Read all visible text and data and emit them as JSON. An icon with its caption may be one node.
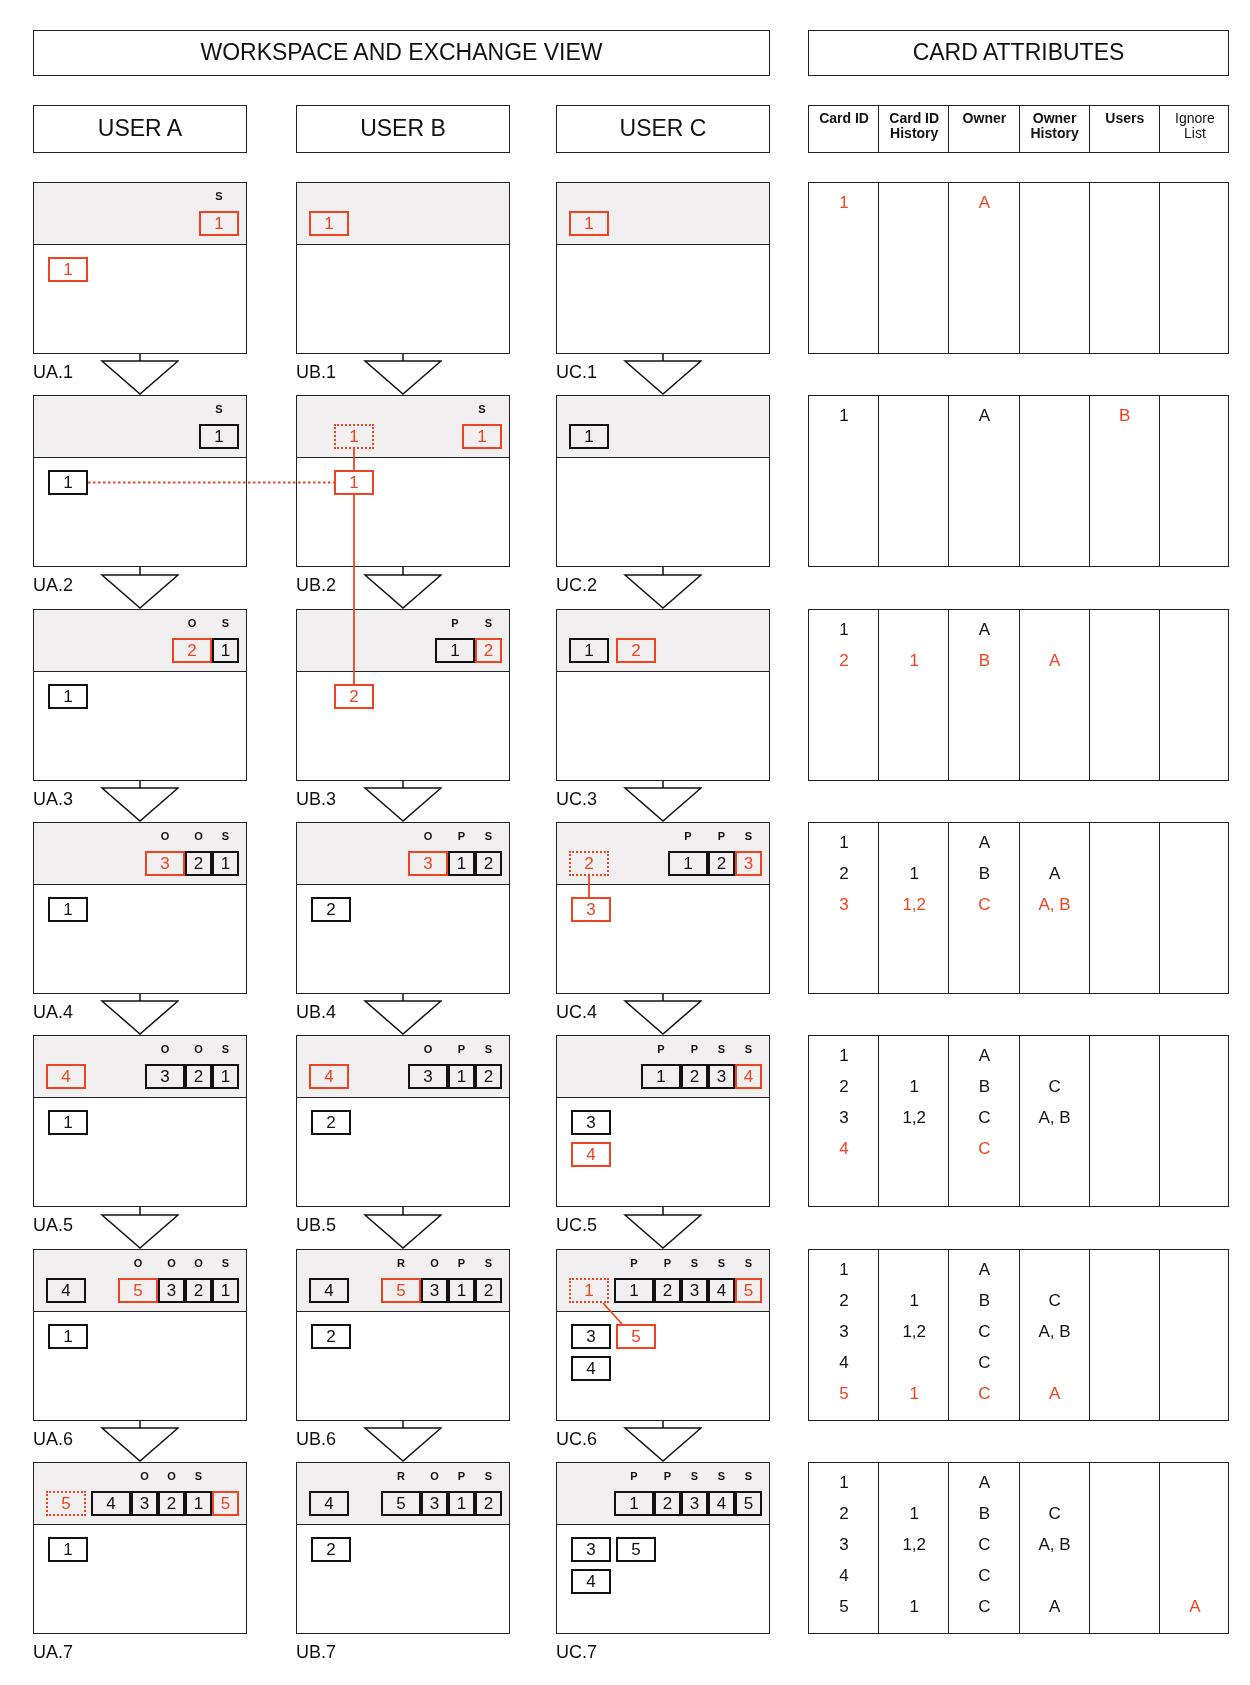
{
  "diagram": {
    "nodes": [
      {
        "text": [
          "WORKSPACE AND EXCHANGE VIEW"
        ]
      },
      {
        "text": [
          "CARD ATTRIBUTES"
        ]
      },
      {
        "text": [
          "USER A"
        ]
      },
      {
        "text": [
          "USER B"
        ]
      },
      {
        "text": [
          "USER C"
        ]
      },
      {
        "text": [
          "UA.1"
        ]
      },
      {
        "text": [
          "1"
        ],
        "in": 5,
        "beside": [
          "S"
        ]
      },
      {
        "text": [
          "1"
        ],
        "in": 5
      },
      {
        "text": [
          "UB.1"
        ]
      },
      {
        "text": [
          "1"
        ],
        "in": 8
      },
      {
        "text": [
          "UC.1"
        ]
      },
      {
        "text": [
          "1"
        ],
        "in": 10
      },
      {
        "text": [
          "UA.2"
        ]
      },
      {
        "text": [
          "1"
        ],
        "in": 12,
        "beside": [
          "S"
        ]
      },
      {
        "text": [
          "1"
        ],
        "in": 12
      },
      {
        "text": [
          "UB.2"
        ]
      },
      {
        "text": [
          "1"
        ],
        "in": 15
      },
      {
        "text": [
          "1"
        ],
        "in": 15,
        "beside": [
          "S"
        ]
      },
      {
        "text": [
          "1"
        ],
        "in": 15
      },
      {
        "text": [
          "UC.2"
        ]
      },
      {
        "text": [
          "1"
        ],
        "in": 19
      },
      {
        "text": [
          "UA.3"
        ]
      },
      {
        "text": [
          "2"
        ],
        "in": 21,
        "beside": [
          "O"
        ]
      },
      {
        "text": [
          "1"
        ],
        "in": 21,
        "beside": [
          "S"
        ]
      },
      {
        "text": [
          "1"
        ],
        "in": 21
      },
      {
        "text": [
          "UB.3"
        ]
      },
      {
        "text": [
          "1"
        ],
        "in": 25,
        "beside": [
          "P"
        ]
      },
      {
        "text": [
          "2"
        ],
        "in": 25,
        "beside": [
          "S"
        ]
      },
      {
        "text": [
          "2"
        ],
        "in": 25
      },
      {
        "text": [
          "UC.3"
        ]
      },
      {
        "text": [
          "1"
        ],
        "in": 29
      },
      {
        "text": [
          "2"
        ],
        "in": 29
      },
      {
        "text": [
          "UA.4"
        ]
      },
      {
        "text": [
          "3"
        ],
        "in": 32,
        "beside": [
          "O"
        ]
      },
      {
        "text": [
          "2"
        ],
        "in": 32,
        "beside": [
          "O"
        ]
      },
      {
        "text": [
          "1"
        ],
        "in": 32,
        "beside": [
          "S"
        ]
      },
      {
        "text": [
          "1"
        ],
        "in": 32
      },
      {
        "text": [
          "UB.4"
        ]
      },
      {
        "text": [
          "3"
        ],
        "in": 37,
        "beside": [
          "O"
        ]
      },
      {
        "text": [
          "1"
        ],
        "in": 37,
        "beside": [
          "P"
        ]
      },
      {
        "text": [
          "2"
        ],
        "in": 37,
        "beside": [
          "S"
        ]
      },
      {
        "text": [
          "2"
        ],
        "in": 37
      },
      {
        "text": [
          "UC.4"
        ]
      },
      {
        "text": [
          "2"
        ],
        "in": 42
      },
      {
        "text": [
          "1"
        ],
        "in": 42,
        "beside": [
          "P"
        ]
      },
      {
        "text": [
          "2"
        ],
        "in": 42,
        "beside": [
          "P"
        ]
      },
      {
        "text": [
          "3"
        ],
        "in": 42,
        "beside": [
          "S"
        ]
      },
      {
        "text": [
          "3"
        ],
        "in": 42
      },
      {
        "text": [
          "UA.5"
        ]
      },
      {
        "text": [
          "4"
        ],
        "in": 48
      },
      {
        "text": [
          "3"
        ],
        "in": 48,
        "beside": [
          "O"
        ]
      },
      {
        "text": [
          "2"
        ],
        "in": 48,
        "beside": [
          "O"
        ]
      },
      {
        "text": [
          "1"
        ],
        "in": 48,
        "beside": [
          "S"
        ]
      },
      {
        "text": [
          "1"
        ],
        "in": 48
      },
      {
        "text": [
          "UB.5"
        ]
      },
      {
        "text": [
          "4"
        ],
        "in": 54
      },
      {
        "text": [
          "3"
        ],
        "in": 54,
        "beside": [
          "O"
        ]
      },
      {
        "text": [
          "1"
        ],
        "in": 54,
        "beside": [
          "P"
        ]
      },
      {
        "text": [
          "2"
        ],
        "in": 54,
        "beside": [
          "S"
        ]
      },
      {
        "text": [
          "2"
        ],
        "in": 54
      },
      {
        "text": [
          "UC.5"
        ]
      },
      {
        "text": [
          "1"
        ],
        "in": 60,
        "beside": [
          "P"
        ]
      },
      {
        "text": [
          "2"
        ],
        "in": 60,
        "beside": [
          "P"
        ]
      },
      {
        "text": [
          "3"
        ],
        "in": 60,
        "beside": [
          "S"
        ]
      },
      {
        "text": [
          "4"
        ],
        "in": 60,
        "beside": [
          "S"
        ]
      },
      {
        "text": [
          "3"
        ],
        "in": 60
      },
      {
        "text": [
          "4"
        ],
        "in": 60
      },
      {
        "text": [
          "UA.6"
        ]
      },
      {
        "text": [
          "4"
        ],
        "in": 67
      },
      {
        "text": [
          "5"
        ],
        "in": 67,
        "beside": [
          "O"
        ]
      },
      {
        "text": [
          "3"
        ],
        "in": 67,
        "beside": [
          "O"
        ]
      },
      {
        "text": [
          "2"
        ],
        "in": 67,
        "beside": [
          "O"
        ]
      },
      {
        "text": [
          "1"
        ],
        "in": 67,
        "beside": [
          "S"
        ]
      },
      {
        "text": [
          "1"
        ],
        "in": 67
      },
      {
        "text": [
          "UB.6"
        ]
      },
      {
        "text": [
          "4"
        ],
        "in": 74
      },
      {
        "text": [
          "5"
        ],
        "in": 74,
        "beside": [
          "R"
        ]
      },
      {
        "text": [
          "3"
        ],
        "in": 74,
        "beside": [
          "O"
        ]
      },
      {
        "text": [
          "1"
        ],
        "in": 74,
        "beside": [
          "P"
        ]
      },
      {
        "text": [
          "2"
        ],
        "in": 74,
        "beside": [
          "S"
        ]
      },
      {
        "text": [
          "2"
        ],
        "in": 74
      },
      {
        "text": [
          "UC.6"
        ]
      },
      {
        "text": [
          "1"
        ],
        "in": 81
      },
      {
        "text": [
          "1"
        ],
        "in": 81,
        "beside": [
          "P"
        ]
      },
      {
        "text": [
          "2"
        ],
        "in": 81,
        "beside": [
          "P"
        ]
      },
      {
        "text": [
          "3"
        ],
        "in": 81,
        "beside": [
          "S"
        ]
      },
      {
        "text": [
          "4"
        ],
        "in": 81,
        "beside": [
          "S"
        ]
      },
      {
        "text": [
          "5"
        ],
        "in": 81,
        "beside": [
          "S"
        ]
      },
      {
        "text": [
          "3"
        ],
        "in": 81
      },
      {
        "text": [
          "5"
        ],
        "in": 81
      },
      {
        "text": [
          "4"
        ],
        "in": 81
      },
      {
        "text": [
          "UA.7"
        ]
      },
      {
        "text": [
          "5"
        ],
        "in": 91
      },
      {
        "text": [
          "4"
        ],
        "in": 91
      },
      {
        "text": [
          "3"
        ],
        "in": 91,
        "beside": [
          "O"
        ]
      },
      {
        "text": [
          "2"
        ],
        "in": 91,
        "beside": [
          "O"
        ]
      },
      {
        "text": [
          "1"
        ],
        "in": 91,
        "beside": [
          "S"
        ]
      },
      {
        "text": [
          "5"
        ],
        "in": 91
      },
      {
        "text": [
          "1"
        ],
        "in": 91
      },
      {
        "text": [
          "UB.7"
        ]
      },
      {
        "text": [
          "4"
        ],
        "in": 99
      },
      {
        "text": [
          "5"
        ],
        "in": 99,
        "beside": [
          "R"
        ]
      },
      {
        "text": [
          "3"
        ],
        "in": 99,
        "beside": [
          "O"
        ]
      },
      {
        "text": [
          "1"
        ],
        "in": 99,
        "beside": [
          "P"
        ]
      },
      {
        "text": [
          "2"
        ],
        "in": 99,
        "beside": [
          "S"
        ]
      },
      {
        "text": [
          "2"
        ],
        "in": 99
      },
      {
        "text": [
          "UC.7"
        ]
      },
      {
        "text": [
          "1"
        ],
        "in": 106,
        "beside": [
          "P"
        ]
      },
      {
        "text": [
          "2"
        ],
        "in": 106,
        "beside": [
          "P"
        ]
      },
      {
        "text": [
          "3"
        ],
        "in": 106,
        "beside": [
          "S"
        ]
      },
      {
        "text": [
          "4"
        ],
        "in": 106,
        "beside": [
          "S"
        ]
      },
      {
        "text": [
          "5"
        ],
        "in": 106,
        "beside": [
          "S"
        ]
      },
      {
        "text": [
          "3"
        ],
        "in": 106
      },
      {
        "text": [
          "5"
        ],
        "in": 106
      },
      {
        "text": [
          "4"
        ],
        "in": 106
      },
      {
        "text": [
          "Card ID",
          "Card ID History",
          "Owner",
          "Owner History",
          "Users",
          "Ignore List"
        ]
      }
    ],
    "edges": [
      {
        "from": 5,
        "to": 12,
        "arrow": "to"
      },
      {
        "from": 8,
        "to": 15,
        "arrow": "to"
      },
      {
        "from": 10,
        "to": 19,
        "arrow": "to"
      },
      {
        "from": 12,
        "to": 21,
        "arrow": "to"
      },
      {
        "from": 15,
        "to": 25,
        "arrow": "to"
      },
      {
        "from": 19,
        "to": 29,
        "arrow": "to"
      },
      {
        "from": 21,
        "to": 32,
        "arrow": "to"
      },
      {
        "from": 25,
        "to": 37,
        "arrow": "to"
      },
      {
        "from": 29,
        "to": 42,
        "arrow": "to"
      },
      {
        "from": 32,
        "to": 48,
        "arrow": "to"
      },
      {
        "from": 37,
        "to": 54,
        "arrow": "to"
      },
      {
        "from": 42,
        "to": 60,
        "arrow": "to"
      },
      {
        "from": 48,
        "to": 67,
        "arrow": "to"
      },
      {
        "from": 54,
        "to": 74,
        "arrow": "to"
      },
      {
        "from": 60,
        "to": 81,
        "arrow": "to"
      },
      {
        "from": 67,
        "to": 91,
        "arrow": "to"
      },
      {
        "from": 74,
        "to": 99,
        "arrow": "to"
      },
      {
        "from": 81,
        "to": 106,
        "arrow": "to"
      },
      {
        "from": 14,
        "to": 18,
        "arrow": "none",
        "style": "dashed",
        "color": "#ee4422"
      },
      {
        "from": 16,
        "to": 18,
        "arrow": "none",
        "color": "#ee4422"
      },
      {
        "from": 18,
        "to": 28,
        "arrow": "none",
        "color": "#ee4422"
      },
      {
        "from": 43,
        "to": 47,
        "arrow": "none",
        "color": "#ee4422"
      },
      {
        "from": 82,
        "to": 89,
        "arrow": "none",
        "color": "#ee4422"
      }
    ],
    "labels": [
      "1",
      "A",
      "1",
      "A",
      "B",
      "1",
      "A",
      "2",
      "1",
      "B",
      "A",
      "1",
      "A",
      "2",
      "1",
      "B",
      "A",
      "3",
      "1,2",
      "C",
      "A, B",
      "1",
      "A",
      "2",
      "1",
      "B",
      "C",
      "3",
      "1,2",
      "C",
      "A, B",
      "4",
      "C",
      "1",
      "A",
      "2",
      "1",
      "B",
      "C",
      "3",
      "1,2",
      "C",
      "A, B",
      "4",
      "C",
      "5",
      "1",
      "C",
      "A",
      "1",
      "A",
      "2",
      "1",
      "B",
      "C",
      "3",
      "1,2",
      "C",
      "A, B",
      "4",
      "C",
      "5",
      "1",
      "C",
      "A",
      "A"
    ]
  }
}
